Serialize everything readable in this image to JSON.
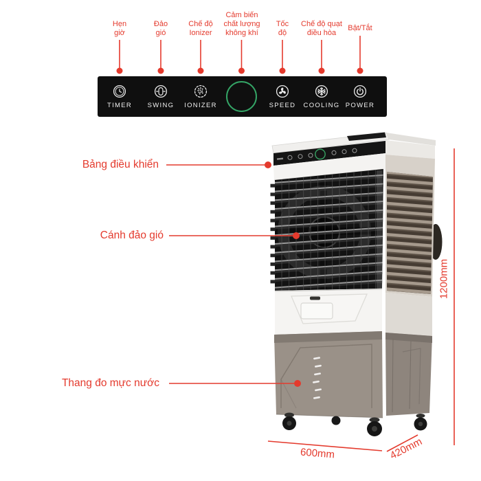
{
  "colors": {
    "accent_red": "#e43a2d",
    "panel_black": "#0f0f0f",
    "sensor_green": "#34a566",
    "body_white": "#f4f3f1",
    "base_taupe": "#9a9188",
    "grille_black": "#131313"
  },
  "top_callouts": [
    {
      "label": "Hẹn\ngiờ"
    },
    {
      "label": "Đảo\ngió"
    },
    {
      "label": "Chế độ\nIonizer"
    },
    {
      "label": "Cảm biến\nchất lượng\nkhông khí"
    },
    {
      "label": "Tốc\nđộ"
    },
    {
      "label": "Chế độ quạt\nđiều hòa"
    },
    {
      "label": "Bật/Tắt"
    }
  ],
  "control_panel": {
    "buttons": [
      {
        "label": "TIMER",
        "icon": "timer-clock-icon"
      },
      {
        "label": "SWING",
        "icon": "swing-louver-icon"
      },
      {
        "label": "IONIZER",
        "icon": "ionizer-dots-icon"
      },
      {
        "label": "",
        "icon": "air-quality-sensor-ring"
      },
      {
        "label": "SPEED",
        "icon": "fan-icon"
      },
      {
        "label": "COOLING",
        "icon": "snowflake-icon"
      },
      {
        "label": "POWER",
        "icon": "power-icon"
      }
    ]
  },
  "part_labels": [
    {
      "text": "Bảng điều khiển"
    },
    {
      "text": "Cánh đảo gió"
    },
    {
      "text": "Thang đo mực nước"
    }
  ],
  "dimensions": {
    "height": "1200mm",
    "width": "600mm",
    "depth": "420mm"
  }
}
